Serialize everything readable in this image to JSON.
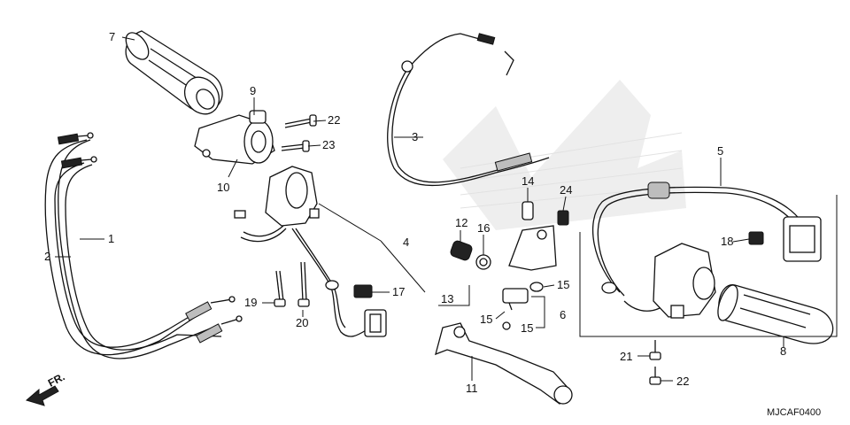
{
  "diagram": {
    "code": "MJCAF0400",
    "direction": "FR.",
    "callouts": [
      {
        "id": "c1",
        "text": "1"
      },
      {
        "id": "c2",
        "text": "2"
      },
      {
        "id": "c3",
        "text": "3"
      },
      {
        "id": "c4",
        "text": "4"
      },
      {
        "id": "c5",
        "text": "5"
      },
      {
        "id": "c6",
        "text": "6"
      },
      {
        "id": "c7",
        "text": "7"
      },
      {
        "id": "c8",
        "text": "8"
      },
      {
        "id": "c9",
        "text": "9"
      },
      {
        "id": "c10",
        "text": "10"
      },
      {
        "id": "c11",
        "text": "11"
      },
      {
        "id": "c12",
        "text": "12"
      },
      {
        "id": "c13",
        "text": "13"
      },
      {
        "id": "c14",
        "text": "14"
      },
      {
        "id": "c15a",
        "text": "15"
      },
      {
        "id": "c15b",
        "text": "15"
      },
      {
        "id": "c16",
        "text": "16"
      },
      {
        "id": "c17",
        "text": "17"
      },
      {
        "id": "c18",
        "text": "18"
      },
      {
        "id": "c19",
        "text": "19"
      },
      {
        "id": "c20",
        "text": "20"
      },
      {
        "id": "c21",
        "text": "21"
      },
      {
        "id": "c22a",
        "text": "22"
      },
      {
        "id": "c22b",
        "text": "22"
      },
      {
        "id": "c23a",
        "text": "23"
      },
      {
        "id": "c23b",
        "text": "23"
      },
      {
        "id": "c24",
        "text": "24"
      }
    ]
  }
}
